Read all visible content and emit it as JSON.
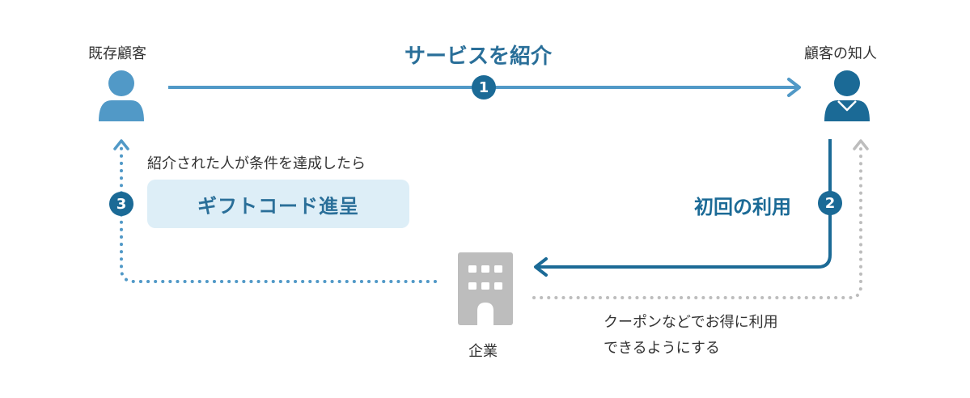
{
  "nodes": {
    "existing_customer": "既存顧客",
    "acquaintance": "顧客の知人",
    "company": "企業"
  },
  "steps": {
    "step1": {
      "number": "1",
      "label": "サービスを紹介"
    },
    "step2": {
      "number": "2",
      "label": "初回の利用"
    },
    "step3": {
      "number": "3",
      "condition": "紹介された人が条件を達成したら",
      "reward": "ギフトコード進呈"
    }
  },
  "coupon_note": {
    "line1": "クーポンなどでお得に利用",
    "line2": "できるようにする"
  },
  "colors": {
    "light_blue": "#5199c7",
    "dark_blue": "#1b6a96",
    "gray": "#bdbdbd",
    "box_bg": "#ddeef7"
  }
}
